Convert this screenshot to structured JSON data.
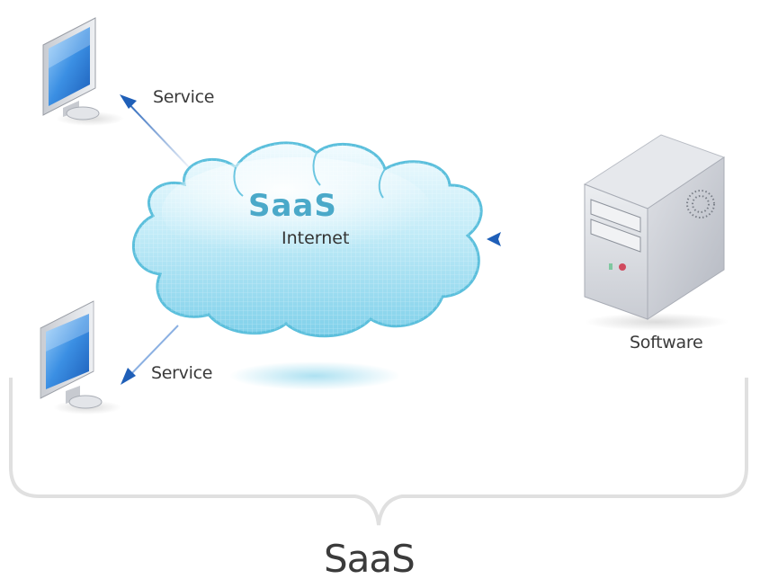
{
  "diagram": {
    "title": "SaaS",
    "cloud": {
      "title": "SaaS",
      "subtitle": "Internet"
    },
    "clients": [
      {
        "label": "Service",
        "icon": "monitor-icon"
      },
      {
        "label": "Service",
        "icon": "monitor-icon"
      }
    ],
    "server": {
      "label": "Software",
      "icon": "server-tower-icon"
    },
    "connections": [
      {
        "from": "cloud",
        "to": "client-top",
        "label": "Service"
      },
      {
        "from": "cloud",
        "to": "client-bottom",
        "label": "Service"
      },
      {
        "from": "server",
        "to": "cloud",
        "label": ""
      }
    ],
    "colors": {
      "cloud_fill": "#a9dff0",
      "cloud_edge": "#5bbfdc",
      "cloud_title": "#4aa9c9",
      "arrow": "#1f5fb8",
      "screen": "#2f7fd6",
      "server": "#d9dbe0",
      "bracket": "#e2e2e2"
    }
  }
}
